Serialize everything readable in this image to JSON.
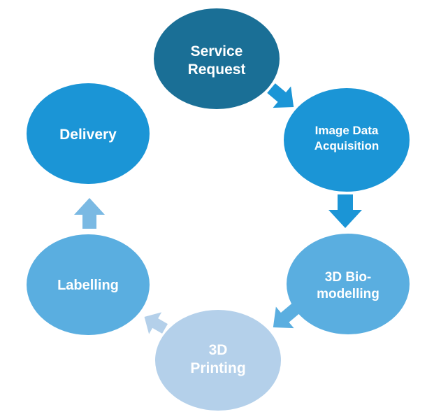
{
  "diagram": {
    "nodes": [
      {
        "id": "service-request",
        "lines": [
          "Service",
          "Request"
        ],
        "color": "#1a6f96"
      },
      {
        "id": "image-data-acquisition",
        "lines": [
          "Image Data",
          "Acquisition"
        ],
        "color": "#1b95d6"
      },
      {
        "id": "3d-bio-modelling",
        "lines": [
          "3D Bio-",
          "modelling"
        ],
        "color": "#5aaee0"
      },
      {
        "id": "3d-printing",
        "lines": [
          "3D",
          "Printing"
        ],
        "color": "#b4d0ea"
      },
      {
        "id": "labelling",
        "lines": [
          "Labelling"
        ],
        "color": "#5aaee0"
      },
      {
        "id": "delivery",
        "lines": [
          "Delivery"
        ],
        "color": "#1b95d6"
      }
    ],
    "arrows": [
      {
        "from": "service-request",
        "to": "image-data-acquisition",
        "color": "#1b95d6"
      },
      {
        "from": "image-data-acquisition",
        "to": "3d-bio-modelling",
        "color": "#1b95d6"
      },
      {
        "from": "3d-bio-modelling",
        "to": "3d-printing",
        "color": "#5aaee0"
      },
      {
        "from": "3d-printing",
        "to": "labelling",
        "color": "#b4d0ea"
      },
      {
        "from": "labelling",
        "to": "delivery",
        "color": "#7ab9e3"
      }
    ]
  }
}
